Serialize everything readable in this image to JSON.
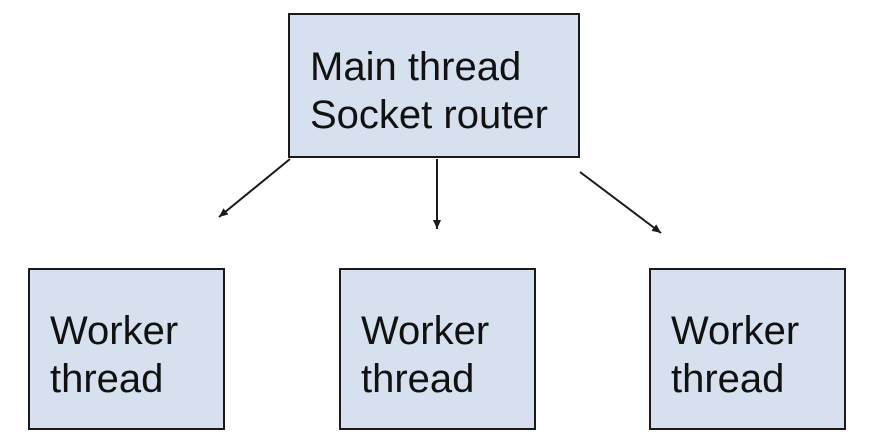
{
  "main": {
    "line1": "Main thread",
    "line2": "Socket router"
  },
  "workers": [
    {
      "line1": "Worker",
      "line2": "thread"
    },
    {
      "line1": "Worker",
      "line2": "thread"
    },
    {
      "line1": "Worker",
      "line2": "thread"
    }
  ],
  "colors": {
    "box_fill": "#d6e0ee",
    "stroke": "#1a1a1a"
  }
}
